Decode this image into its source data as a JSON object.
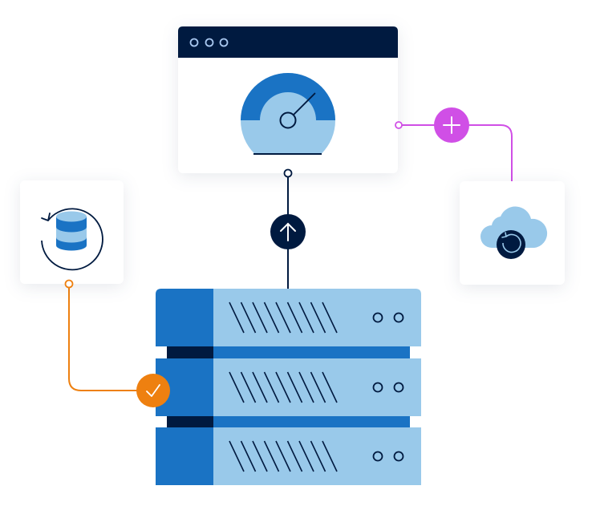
{
  "illustration": {
    "description_label": "",
    "colors": {
      "navy": "#001a40",
      "blue": "#1a73c4",
      "light_blue": "#99c9ea",
      "white": "#ffffff",
      "card_bg": "#ffffff",
      "magenta": "#d04fe6",
      "orange": "#ee8010",
      "window_dot": "#a9c8f0"
    },
    "icons": {
      "browser_window": "speedometer-gauge",
      "upload": "arrow-up-icon",
      "add": "plus-icon",
      "success": "check-icon",
      "database_backup": "database-sync-icon",
      "cloud_backup": "cloud-restore-icon",
      "server": "server-rack"
    },
    "gauge": {
      "needle_value": 0.75
    },
    "server": {
      "units": 3,
      "vents_per_unit": 9,
      "leds_per_unit": 2
    }
  }
}
